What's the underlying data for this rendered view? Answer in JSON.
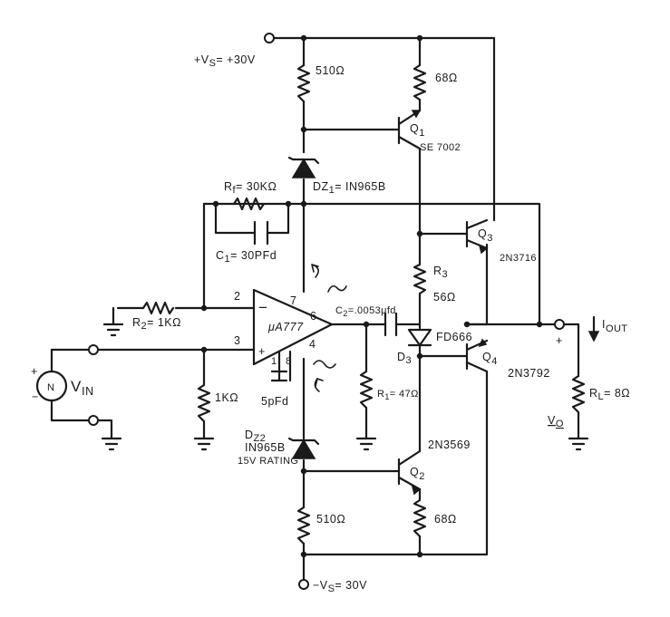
{
  "labels": {
    "vs_pos": "+V",
    "vs_pos_sub": "S",
    "vs_pos_val": "= +30V",
    "r510_top": "510Ω",
    "r68_top": "68Ω",
    "q1_name": "Q",
    "q1_sub": "1",
    "q1_part": "SE 7002",
    "dz1": "D",
    "dz1_rest": "Z",
    "dz1_sub": "1",
    "dz1_val": "= IN965B",
    "rf": "R",
    "rf_sub": "f",
    "rf_val": "= 30KΩ",
    "c1": "C",
    "c1_sub": "1",
    "c1_val": "= 30PFd",
    "q3_name": "Q",
    "q3_sub": "3",
    "q3_part": "2N3716",
    "r3": "R",
    "r3_sub": "3",
    "r3_val": "56Ω",
    "r2": "R",
    "r2_sub": "2",
    "r2_val": "= 1KΩ",
    "pin2": "2",
    "pin3": "3",
    "pin7": "7",
    "pin6": "6",
    "pin4": "4",
    "pin1": "1",
    "pin8": "8",
    "opamp": "μA777",
    "opamp_minus": "−",
    "opamp_plus": "+",
    "c2": "C",
    "c2_sub": "2",
    "c2_val": "=.0053μfd",
    "d3_part": "FD666",
    "d3": "D",
    "d3_sub": "3",
    "q4_name": "Q",
    "q4_sub": "4",
    "q4_part": "2N3792",
    "iout": "I",
    "iout_sub": "OUT",
    "out_plus": "+",
    "rl": "R",
    "rl_sub": "L",
    "rl_val": "= 8Ω",
    "vo": "V",
    "vo_sub": "O",
    "vin": "V",
    "vin_sub": "IN",
    "vin_plus": "+",
    "vin_minus": "−",
    "vin_src": "N",
    "r1k": "1KΩ",
    "r1": "R",
    "r1_sub": "1",
    "r1_val": "= 47Ω",
    "c5p": "5pFd",
    "dz2_name": "D",
    "dz2_sub": "Z2",
    "dz2_part": "IN965B",
    "dz2_rating": "15V RATING",
    "q2_part": "2N3569",
    "q2_name": "Q",
    "q2_sub": "2",
    "r510_bot": "510Ω",
    "r68_bot": "68Ω",
    "vs_neg": "−V",
    "vs_neg_sub": "S",
    "vs_neg_val": "= 30V"
  }
}
